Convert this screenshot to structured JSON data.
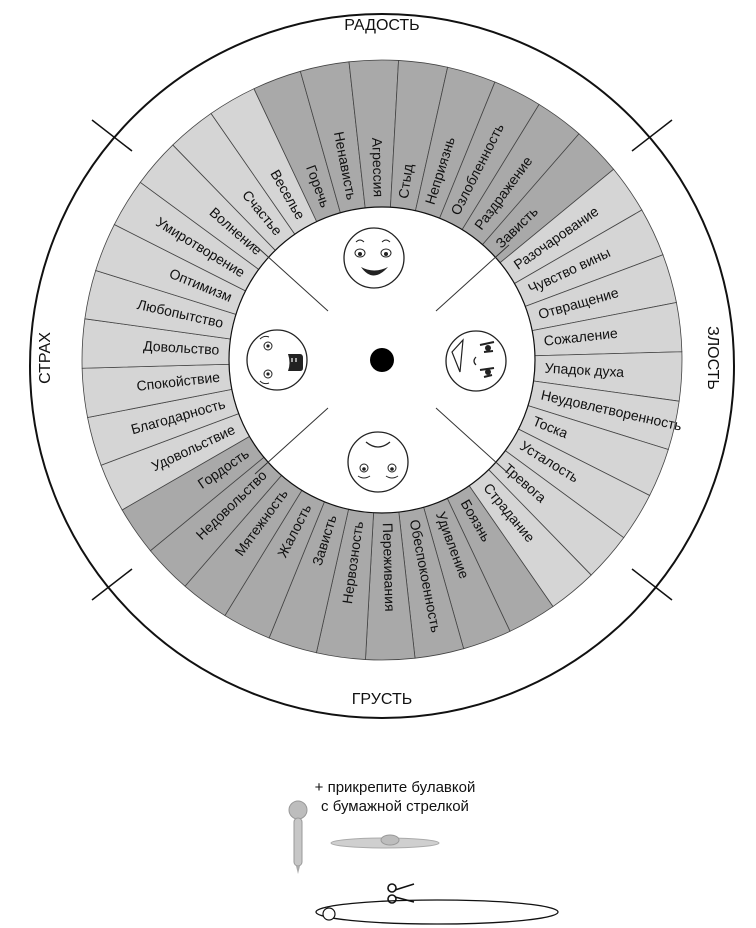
{
  "sections": {
    "top": "РАДОСТЬ",
    "right": "ЗЛОСТЬ",
    "bottom": "ГРУСТЬ",
    "left": "СТРАХ"
  },
  "wheel_words": [
    "Удовольствие",
    "Благодарность",
    "Спокойствие",
    "Довольство",
    "Любопытство",
    "Оптимизм",
    "Умиротворение",
    "Волнение",
    "Счастье",
    "Веселье",
    "Горечь",
    "Ненависть",
    "Агрессия",
    "Стыд",
    "Неприязнь",
    "Озлобленность",
    "Раздражение",
    "Зависть",
    "Разочарование",
    "Чувство вины",
    "Отвращение",
    "Сожаление",
    "Упадок духа",
    "Неудовлетворенность",
    "Тоска",
    "Усталость",
    "Тревога",
    "Страдание",
    "Боязнь",
    "Удивление",
    "Обеспокоенность",
    "Переживания",
    "Нервозность",
    "Зависть",
    "Жалость",
    "Мятежность",
    "Недовольство",
    "Гордость"
  ],
  "instructions": {
    "line1": "+ прикрепите булавкой",
    "line2": "с бумажной стрелкой"
  },
  "colors": {
    "light_sector": "#d5d5d5",
    "dark_sector": "#a9a9a9",
    "outline": "#111111"
  },
  "icons": {
    "joy_face": "smiling-face-icon",
    "anger_face": "angry-face-icon",
    "sadness_face": "sad-face-icon",
    "fear_face": "scared-face-icon",
    "pin": "pin-icon",
    "scissors": "scissors-icon"
  }
}
